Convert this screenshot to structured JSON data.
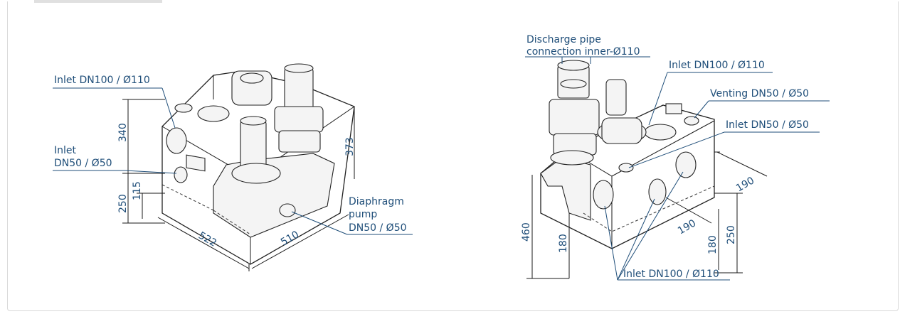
{
  "left_view": {
    "labels": {
      "inlet_dn100": "Inlet DN100 / Ø110",
      "inlet_dn50_line1": "Inlet",
      "inlet_dn50_line2": "DN50 / Ø50",
      "diaphragm_line1": "Diaphragm",
      "diaphragm_line2": "pump",
      "diaphragm_line3": "DN50 / Ø50"
    },
    "dimensions": {
      "height_340": "340",
      "height_250": "250",
      "height_115": "115",
      "height_373": "373",
      "width_522": "522",
      "depth_510": "510"
    }
  },
  "right_view": {
    "labels": {
      "discharge_line1": "Discharge pipe",
      "discharge_line2": "connection inner-Ø110",
      "inlet_dn100_top": "Inlet DN100 / Ø110",
      "venting": "Venting DN50 / Ø50",
      "inlet_dn50": "Inlet DN50 / Ø50",
      "inlet_dn100_bottom": "Inlet DN100 / Ø110"
    },
    "dimensions": {
      "height_460": "460",
      "height_180_left": "180",
      "depth_190_top": "190",
      "depth_190_mid": "190",
      "height_180_right": "180",
      "height_250": "250"
    }
  }
}
